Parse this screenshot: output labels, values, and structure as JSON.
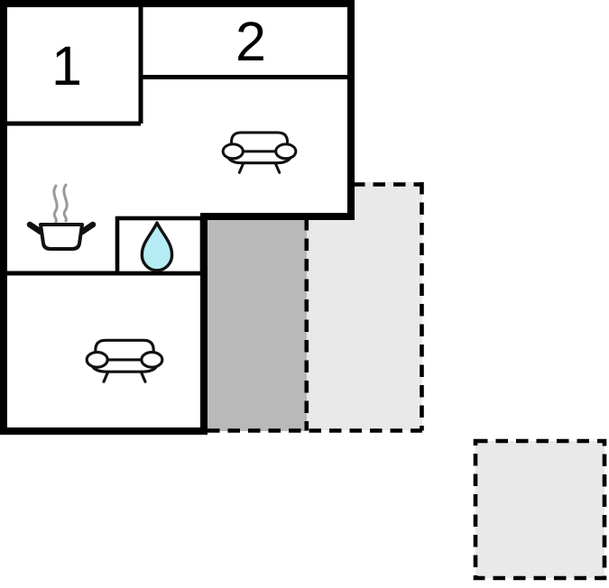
{
  "floor_plan": {
    "rooms": [
      {
        "id": "room-1",
        "label": "1"
      },
      {
        "id": "room-2",
        "label": "2"
      }
    ],
    "icons": {
      "living_area": "sofa-icon",
      "living_room": "sofa-icon",
      "kitchen": "cooking-pot-icon",
      "bathroom": "water-drop-icon"
    },
    "colors": {
      "wall": "#000000",
      "interior": "#ffffff",
      "terrace_covered": "#b9b9b9",
      "terrace_open": "#e9e9e9",
      "plot": "#e9e9e9",
      "drop_fill": "#b5ecf3",
      "steam": "#9a9a9a"
    }
  }
}
